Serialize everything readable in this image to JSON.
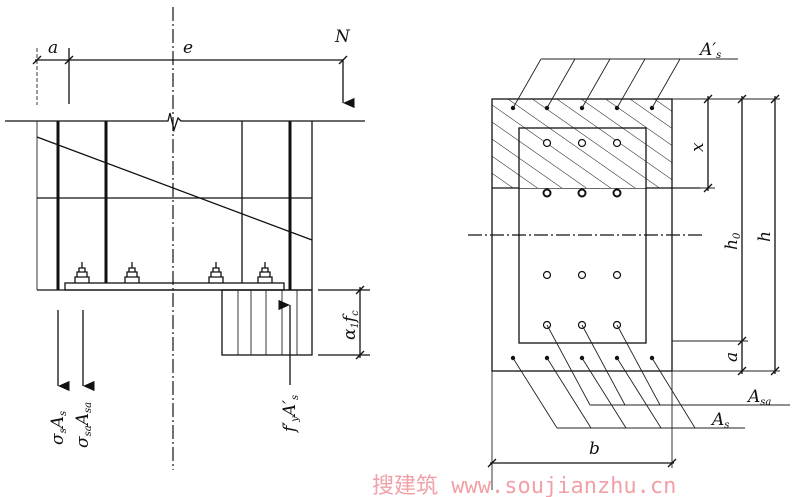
{
  "left_view": {
    "labels": {
      "a": "a",
      "e": "e",
      "N": "N",
      "sigma_s_As": {
        "main": "σ",
        "s1": "s",
        "A": "A",
        "s2": "s"
      },
      "sigma_sa_Asa": {
        "main": "σ",
        "s1": "sa",
        "A": "A",
        "s2": "sa"
      },
      "fy_As_prime": {
        "main": "f′",
        "s1": "y",
        "A": "A′",
        "s2": "s"
      },
      "alpha1_fc": {
        "main": "α",
        "s1": "1",
        "f": "f",
        "s2": "c"
      }
    }
  },
  "right_view": {
    "labels": {
      "As_prime": {
        "A": "A′",
        "s": "s"
      },
      "x": "x",
      "h0": {
        "h": "h",
        "s": "0"
      },
      "h": "h",
      "a": "a",
      "Asa": {
        "A": "A",
        "s": "sa"
      },
      "As": {
        "A": "A",
        "s": "s"
      },
      "b": "b"
    }
  },
  "watermark": "搜建筑 www.soujianzhu.cn",
  "colors": {
    "line": "#111111",
    "watermark": "#f2a0a8"
  }
}
